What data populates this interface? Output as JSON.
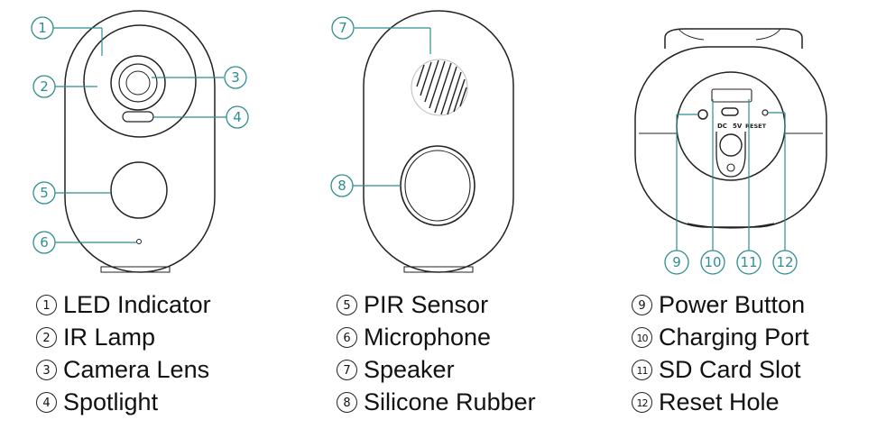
{
  "callouts": [
    {
      "num": "1",
      "label": "LED Indicator"
    },
    {
      "num": "2",
      "label": "IR Lamp"
    },
    {
      "num": "3",
      "label": "Camera Lens"
    },
    {
      "num": "4",
      "label": "Spotlight"
    },
    {
      "num": "5",
      "label": "PIR Sensor"
    },
    {
      "num": "6",
      "label": "Microphone"
    },
    {
      "num": "7",
      "label": "Speaker"
    },
    {
      "num": "8",
      "label": "Silicone Rubber"
    },
    {
      "num": "9",
      "label": "Power Button"
    },
    {
      "num": "10",
      "label": "Charging Port"
    },
    {
      "num": "11",
      "label": "SD Card Slot"
    },
    {
      "num": "12",
      "label": "Reset Hole"
    }
  ],
  "port_labels": {
    "dc": "DC",
    "v5": "5V",
    "reset": "RESET"
  },
  "colors": {
    "callout": "#2f8e8e",
    "outline": "#222222"
  }
}
